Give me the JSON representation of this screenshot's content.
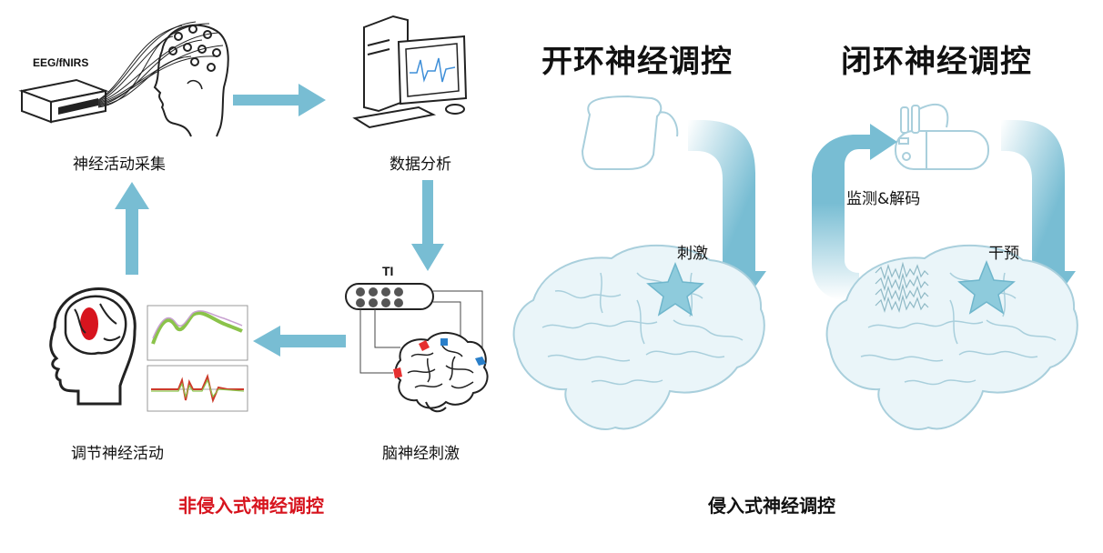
{
  "left": {
    "device_label": "EEG/fNIRS",
    "acquire_label": "神经活动采集",
    "analysis_label": "数据分析",
    "stim_device_label": "TI",
    "stimulate_label": "脑神经刺激",
    "regulate_label": "调节神经活动",
    "caption": "非侵入式神经调控",
    "caption_color": "#d7141e"
  },
  "right": {
    "open_loop_title": "开环神经调控",
    "closed_loop_title": "闭环神经调控",
    "stim_label": "刺激",
    "monitor_label": "监测&解码",
    "intervene_label": "干预",
    "caption": "侵入式神经调控"
  },
  "colors": {
    "arrow": "#78bdd3",
    "brain_fill": "#eaf5f9",
    "brain_stroke": "#a9cfdc",
    "star": "#8ecbdc"
  }
}
